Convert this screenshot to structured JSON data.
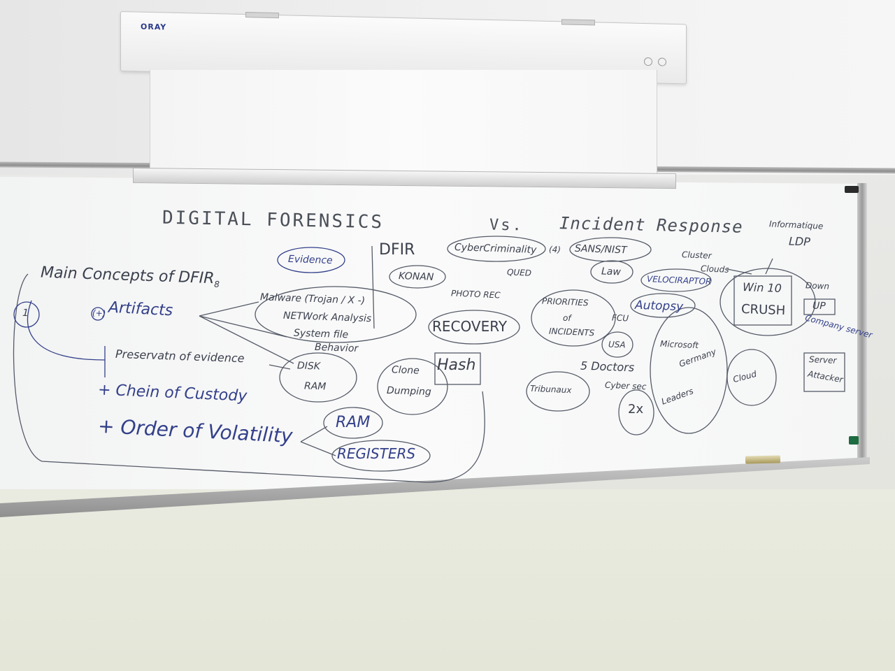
{
  "projector": {
    "brand": "ORAY"
  },
  "board": {
    "title": "DIGITAL FORENSICS",
    "versus": "Vs.",
    "subtitle": "Incident Response",
    "main_heading": "Main Concepts of DFIR",
    "main_heading_suffix": "8",
    "item_number": "1",
    "artifacts_marker": "(+)",
    "artifacts": "Artifacts",
    "preservation": "Preservatn of evidence",
    "chain": "+ Chein of Custody",
    "volatility": "+ Order of Volatility",
    "evidence": "Evidence",
    "dfir": "DFIR",
    "konan": "KONAN",
    "cybercriminality": "CyberCriminality",
    "cyber_num": "(4)",
    "sans_nist": "SANS/NIST",
    "law": "Law",
    "velociraptor": "VELOCIRAPTOR",
    "qued": "QUED",
    "photorec": "PHOTO REC",
    "malware": "Malware (Trojan / X -)",
    "network": "NETWork Analysis",
    "system_file": "System file",
    "behavior": "Behavior",
    "recovery": "RECOVERY",
    "disk": "DISK",
    "ram": "RAM",
    "clone": "Clone",
    "dumping": "Dumping",
    "hash": "Hash",
    "ram2": "RAM",
    "registers": "REGISTERS",
    "priorities": [
      "PRIORITIES",
      "of",
      "INCIDENTS"
    ],
    "autopsy": "Autopsy",
    "fcu": "FCU",
    "usa": "USA",
    "microsoft": "Microsoft",
    "germany": "Germany",
    "five_doctors": "5 Doctors",
    "cyber_sec": "Cyber sec",
    "tribunaux": "Tribunaux",
    "two_x": "2x",
    "leaders": "Leaders",
    "cluster": "Cluster",
    "clouds": "Clouds",
    "win10": "Win 10",
    "crush": "CRUSH",
    "informatique": "Informatique",
    "ldp": "LDP",
    "down": "Down",
    "up": "UP",
    "company_server": "Company server",
    "server": "Server",
    "attacker": "Attacker",
    "cloud": "Cloud"
  },
  "colors": {
    "ink_black": "#3a3f4c",
    "ink_blue": "#33408a",
    "board": "#f6f7f7"
  }
}
